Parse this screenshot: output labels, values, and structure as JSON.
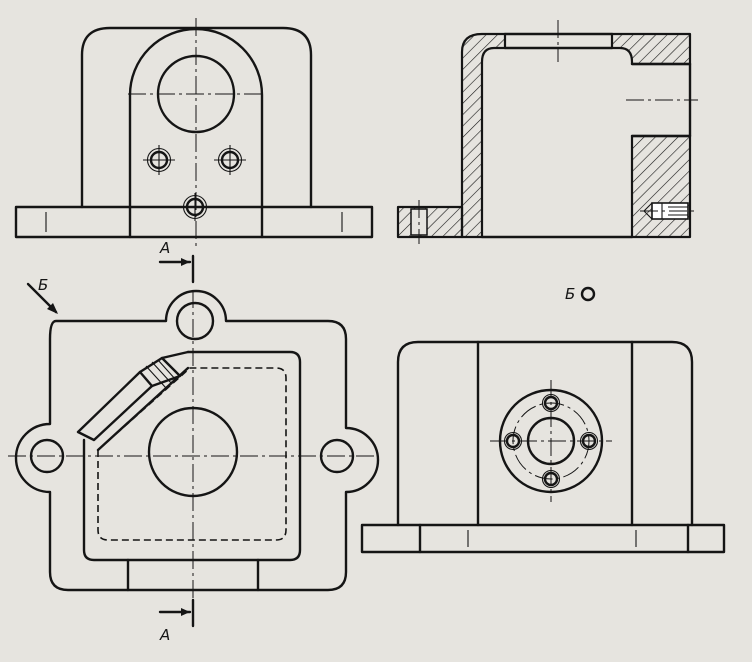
{
  "labels": {
    "section_top": "A",
    "section_bottom": "A",
    "view_arrow": "Б",
    "view_marker": "Б"
  }
}
